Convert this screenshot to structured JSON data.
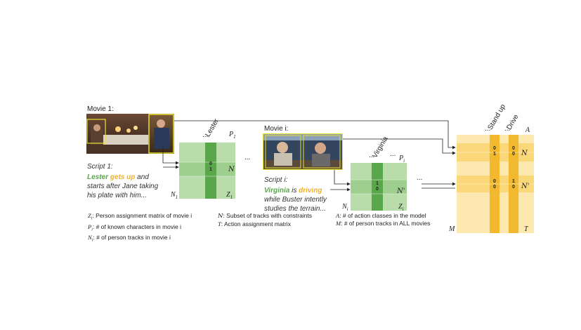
{
  "movie1": {
    "title": "Movie 1:",
    "script_title": "Script 1:",
    "script_name": "Lester",
    "script_action": "gets up",
    "script_line1_rest": " and",
    "script_line2": "starts after Jane taking",
    "script_line3": "his plate with him..."
  },
  "moviei": {
    "title": "Movie i:",
    "script_title": "Script i:",
    "script_name": "Virginia",
    "script_mid": " is ",
    "script_action": "driving",
    "script_line2": "while Buster intently",
    "script_line3": "studies the terrain..."
  },
  "matrix1": {
    "col_label": "Lester",
    "dots_label": "...",
    "p_label": "P",
    "p_sub": "1",
    "n_label": "N",
    "n_sub": "1",
    "z_label": "Z",
    "z_sub": "1",
    "constraint_label": "N",
    "cell_top": "0",
    "cell_bottom": "1"
  },
  "matrixi": {
    "col_label": "Virginia",
    "dots_label": "...",
    "p_label": "P",
    "p_sub": "i",
    "n_label": "N",
    "n_sub": "i",
    "z_label": "Z",
    "z_sub": "i",
    "constraint_label": "N",
    "cell_top": "1",
    "cell_bottom": "0"
  },
  "matrixT": {
    "col1_label": "Stand up",
    "col2_label": "Drive",
    "dots_label": "...",
    "a_label": "A",
    "m_label": "M",
    "t_label": "T",
    "constraint_label": "N",
    "block1_col1": [
      "0",
      "1"
    ],
    "block1_col2": [
      "0",
      "0"
    ],
    "block2_col1": [
      "0",
      "0"
    ],
    "block2_col2": [
      "1",
      "0"
    ]
  },
  "ellipsis": "...",
  "legend": {
    "z_sym": "Z",
    "z_sub": "i",
    "z_text": ": Person assignment matrix of movie i",
    "p_sym": "P",
    "p_sub": "i",
    "p_text": ": # of known characters in movie i",
    "n_sym": "N",
    "n_sub": "i",
    "n_text": ": # of person tracks in movie i",
    "ncal_sym": "N",
    "ncal_text": ": Subset of tracks with constraints",
    "t_sym": "T",
    "t_text": ": Action assignment matrix",
    "a_sym": "A",
    "a_text": ": # of action classes in the model",
    "m_sym": "M",
    "m_text": ": # of person tracks in ALL movies"
  },
  "colors": {
    "green_light": "#b8dcaa",
    "green_mid": "#9fcf8f",
    "green_dark": "#5aa64a",
    "yellow_light": "#fde9b0",
    "yellow_mid": "#fad87a",
    "yellow_dark": "#f2b92e",
    "frame_yellow": "#e8e030"
  }
}
